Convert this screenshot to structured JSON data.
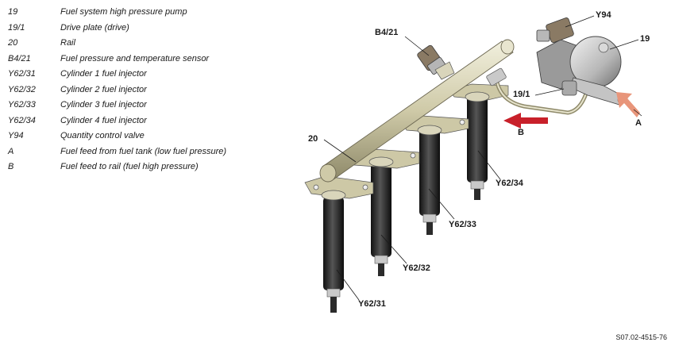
{
  "legend": [
    {
      "code": "19",
      "text": "Fuel system high pressure pump"
    },
    {
      "code": "19/1",
      "text": "Drive plate (drive)"
    },
    {
      "code": "20",
      "text": "Rail"
    },
    {
      "code": "B4/21",
      "text": "Fuel pressure and temperature sensor"
    },
    {
      "code": "Y62/31",
      "text": "Cylinder 1 fuel injector"
    },
    {
      "code": "Y62/32",
      "text": "Cylinder 2 fuel injector"
    },
    {
      "code": "Y62/33",
      "text": "Cylinder 3 fuel injector"
    },
    {
      "code": "Y62/34",
      "text": "Cylinder 4 fuel injector"
    },
    {
      "code": "Y94",
      "text": "Quantity control valve"
    },
    {
      "code": "A",
      "text": "Fuel feed from fuel tank (low fuel pressure)"
    },
    {
      "code": "B",
      "text": "Fuel feed to rail (fuel high pressure)"
    }
  ],
  "callouts": {
    "b4_21": "B4/21",
    "y94": "Y94",
    "c19": "19",
    "c19_1": "19/1",
    "b": "B",
    "a": "A",
    "c20": "20",
    "y62_34": "Y62/34",
    "y62_33": "Y62/33",
    "y62_32": "Y62/32",
    "y62_31": "Y62/31"
  },
  "colors": {
    "arrow_b": "#c8202a",
    "arrow_a": "#e8957a",
    "rail": "#d6d2b4",
    "injector": "#2b2b2b"
  },
  "document_id": "S07.02-4515-76"
}
